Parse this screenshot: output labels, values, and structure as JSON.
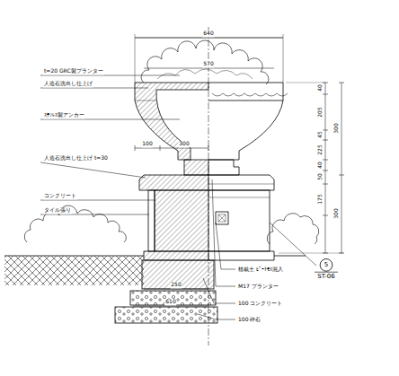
{
  "diagram": {
    "nodes": [
      {
        "text": [
          "5",
          "ST-06"
        ]
      }
    ],
    "labels": [
      "640",
      "570",
      "t=20 GRC製プランター",
      "人造石洗出し仕上げ",
      "ｽﾃﾝﾚｽ製アンカー",
      "100",
      "300",
      "人造石洗出し仕上げ t=30",
      "コンクリート",
      "タイル張り",
      "250",
      "610",
      "40",
      "205",
      "45",
      "225",
      "40",
      "50",
      "175",
      "300",
      "300",
      "植栽土 ﾋﾟｰﾄﾓｽ混入",
      "M17 プランター",
      "100 コンクリート",
      "100 砕石"
    ]
  }
}
